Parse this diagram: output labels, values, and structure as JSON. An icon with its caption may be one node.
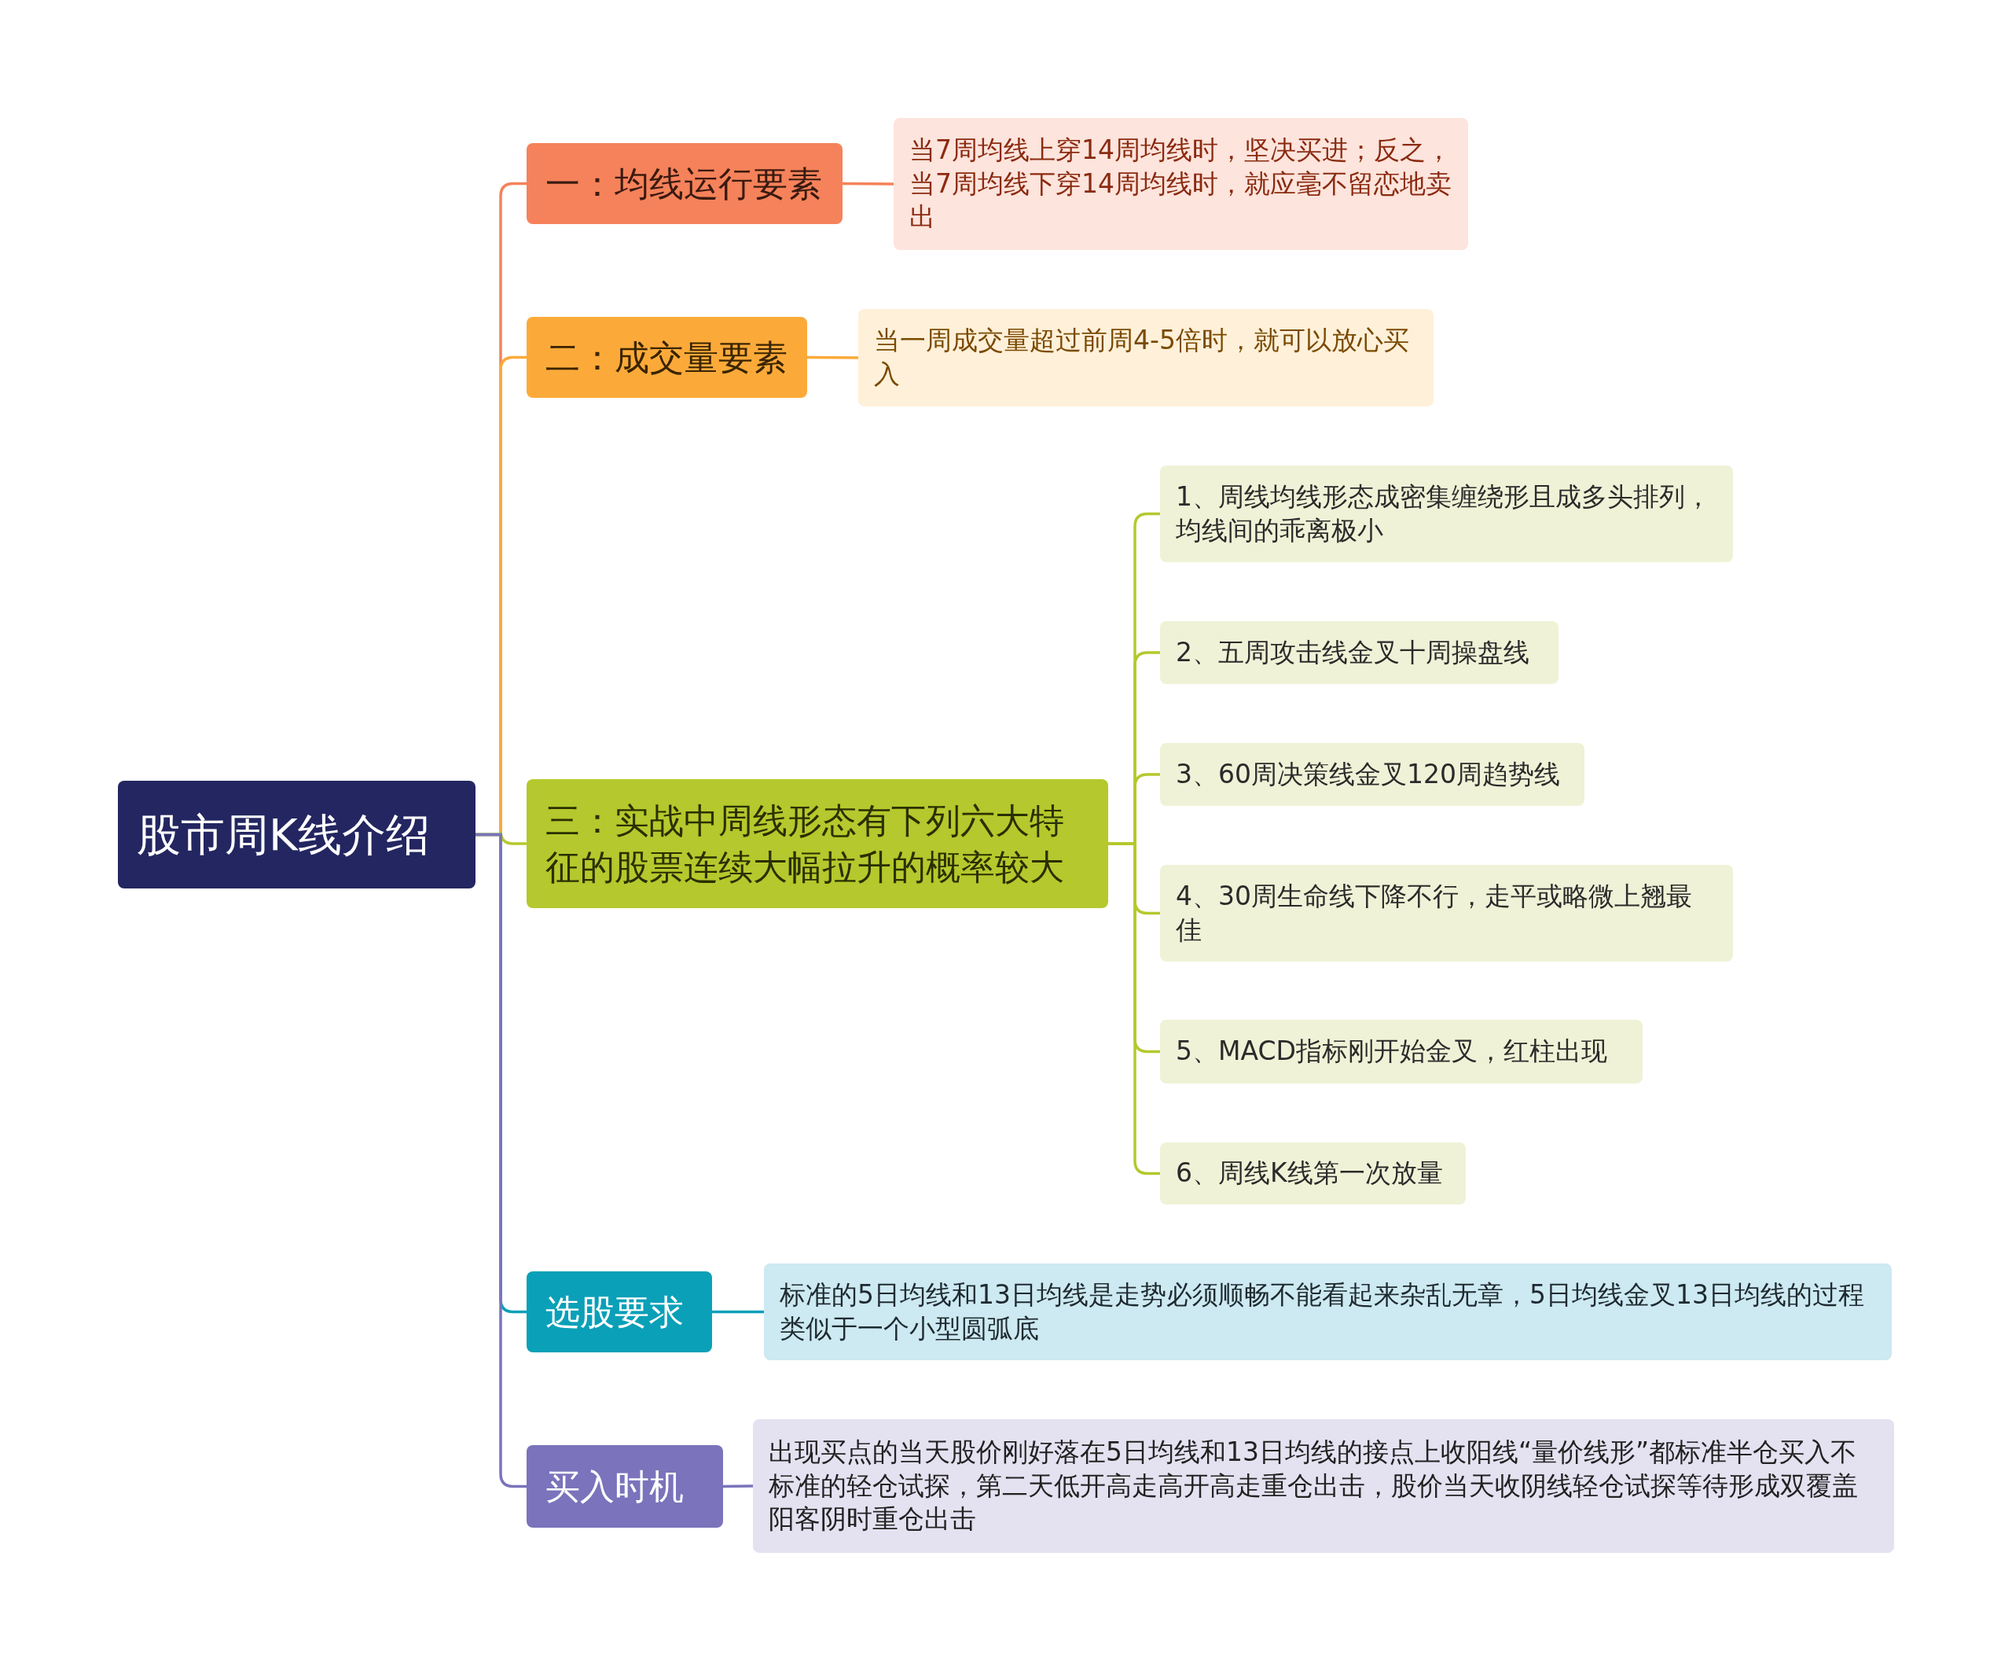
{
  "diagram": {
    "nodes": [
      {
        "text": [
          "股市周K线介绍"
        ]
      },
      {
        "text": [
          "一：均线运行要素"
        ]
      },
      {
        "text": [
          "当7周均线上穿14周均线时，坚决买进；反之，当7周均线下穿14周均线时，就应毫不留恋地卖出"
        ]
      },
      {
        "text": [
          "二：成交量要素"
        ]
      },
      {
        "text": [
          "当一周成交量超过前周4-5倍时，就可以放心买入"
        ]
      },
      {
        "text": [
          "三：实战中周线形态有下列六大特征的股票连续大幅拉升的概率较大"
        ]
      },
      {
        "text": [
          "1、周线均线形态成密集缠绕形且成多头排列，均线间的乖离极小"
        ]
      },
      {
        "text": [
          "2、五周攻击线金叉十周操盘线"
        ]
      },
      {
        "text": [
          "3、60周决策线金叉120周趋势线"
        ]
      },
      {
        "text": [
          "4、30周生命线下降不行，走平或略微上翘最佳"
        ]
      },
      {
        "text": [
          "5、MACD指标刚开始金叉，红柱出现"
        ]
      },
      {
        "text": [
          "6、周线K线第一次放量"
        ]
      },
      {
        "text": [
          "选股要求"
        ]
      },
      {
        "text": [
          "标准的5日均线和13日均线是走势必须顺畅不能看起来杂乱无章，5日均线金叉13日均线的过程类似于一个小型圆弧底"
        ]
      },
      {
        "text": [
          "买入时机"
        ]
      },
      {
        "text": [
          "出现买点的当天股价刚好落在5日均线和13日均线的接点上收阳线“量价线形”都标准半仓买入不标准的轻仓试探，第二天低开高走高开高走重仓出击，股价当天收阴线轻仓试探等待形成双覆盖阳客阴时重仓出击"
        ]
      }
    ],
    "edges": [
      {
        "from": 0,
        "to": 1,
        "arrow": "none",
        "color": "#f5825a"
      },
      {
        "from": 1,
        "to": 2,
        "arrow": "none",
        "color": "#f5825a"
      },
      {
        "from": 0,
        "to": 3,
        "arrow": "none",
        "color": "#fbaa3a"
      },
      {
        "from": 3,
        "to": 4,
        "arrow": "none",
        "color": "#fbaa3a"
      },
      {
        "from": 0,
        "to": 5,
        "arrow": "none"
      },
      {
        "from": 5,
        "to": 6,
        "arrow": "none"
      },
      {
        "from": 5,
        "to": 7,
        "arrow": "none"
      },
      {
        "from": 5,
        "to": 8,
        "arrow": "none"
      },
      {
        "from": 5,
        "to": 9,
        "arrow": "none"
      },
      {
        "from": 5,
        "to": 10,
        "arrow": "none"
      },
      {
        "from": 5,
        "to": 11,
        "arrow": "none"
      },
      {
        "from": 0,
        "to": 12,
        "arrow": "none",
        "color": "#0aa0b8"
      },
      {
        "from": 12,
        "to": 13,
        "arrow": "none",
        "color": "#0aa0b8"
      },
      {
        "from": 0,
        "to": 14,
        "arrow": "none",
        "color": "#7b73bb"
      },
      {
        "from": 14,
        "to": 15,
        "arrow": "none",
        "color": "#7b73bb"
      }
    ]
  }
}
